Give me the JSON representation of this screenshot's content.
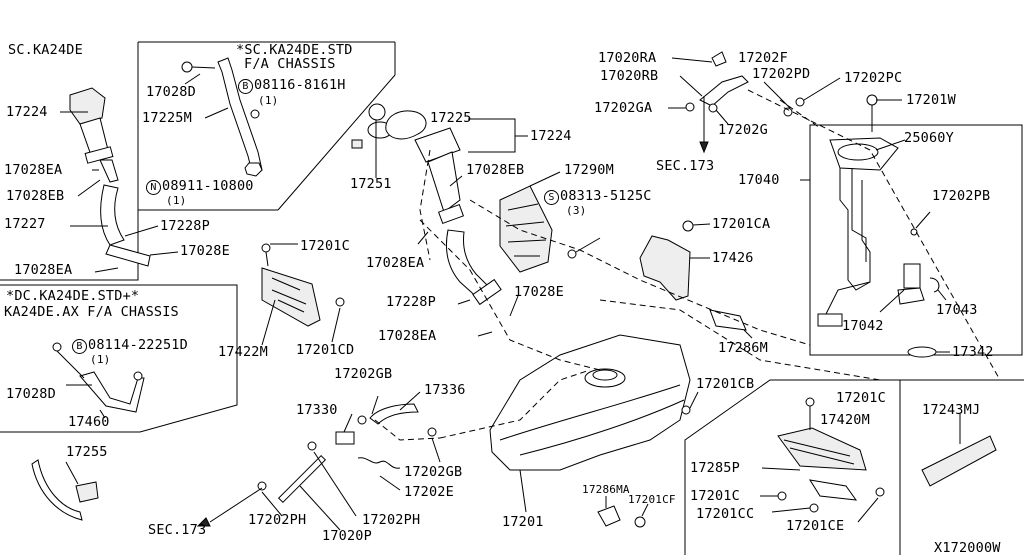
{
  "diagram_id": "X172000W",
  "sections": {
    "sc_title": "SC.KA24DE",
    "sc_std_title_1": "*SC.KA24DE.STD",
    "sc_std_title_2": "F/A CHASSIS",
    "dc_title_1": "*DC.KA24DE.STD+*",
    "dc_title_2": "KA24DE.AX F/A CHASSIS"
  },
  "labels": {
    "p17224_left": "17224",
    "p17028EA_a": "17028EA",
    "p17028EB_a": "17028EB",
    "p17227": "17227",
    "p17228P_a": "17228P",
    "p17028E_a": "17028E",
    "p17028EA_b": "17028EA",
    "p17028D_a": "17028D",
    "p17225M": "17225M",
    "bolt_b1": "B",
    "bolt_b1_code": "08116-8161H",
    "bolt_b1_qty": "(1)",
    "nut_n": "N",
    "nut_n_code": "08911-10800",
    "nut_n_qty": "(1)",
    "p17201C_a": "17201C",
    "p17422M": "17422M",
    "p17201CD": "17201CD",
    "bolt_b2": "B",
    "bolt_b2_code": "08114-22251D",
    "bolt_b2_qty": "(1)",
    "p17028D_b": "17028D",
    "p17460": "17460",
    "p17255": "17255",
    "p17225": "17225",
    "p17224_mid": "17224",
    "p17251": "17251",
    "p17028EB_b": "17028EB",
    "p17290M": "17290M",
    "screw_s": "S",
    "screw_s_code": "08313-5125C",
    "screw_s_qty": "(3)",
    "p17028EA_c": "17028EA",
    "p17228P_b": "17228P",
    "p17028E_b": "17028E",
    "p17028EA_d": "17028EA",
    "p17020RA": "17020RA",
    "p17202F": "17202F",
    "p17020RB": "17020RB",
    "p17202PD": "17202PD",
    "p17202PC": "17202PC",
    "p17202GA": "17202GA",
    "p17202G": "17202G",
    "sec173_top": "SEC.173",
    "p17201W": "17201W",
    "p25060Y": "25060Y",
    "p17040": "17040",
    "p17202PB": "17202PB",
    "p17201CA": "17201CA",
    "p17426": "17426",
    "p17042": "17042",
    "p17043": "17043",
    "p17286M": "17286M",
    "p17342": "17342",
    "p17202GB_a": "17202GB",
    "p17336": "17336",
    "p17330": "17330",
    "p17201CB": "17201CB",
    "p17202GB_b": "17202GB",
    "p17202E": "17202E",
    "p17201": "17201",
    "p17286MA": "17286MA",
    "p17201CF": "17201CF",
    "p17201C_b": "17201C",
    "p17420M": "17420M",
    "p17243MJ": "17243MJ",
    "p17285P": "17285P",
    "p17201C_c": "17201C",
    "p17201CC": "17201CC",
    "p17201CE": "17201CE",
    "p17202PH_a": "17202PH",
    "p17202PH_b": "17202PH",
    "p17020P": "17020P",
    "sec173_bottom": "SEC.173"
  }
}
